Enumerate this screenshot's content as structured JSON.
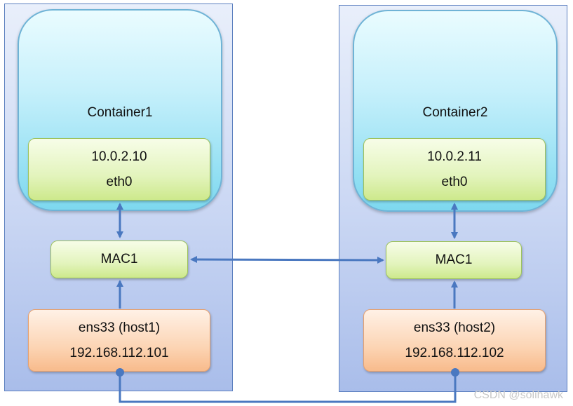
{
  "hosts": [
    {
      "container_title": "Container1",
      "eth_ip": "10.0.2.10",
      "eth_name": "eth0",
      "mac": "MAC1",
      "nic_name": "ens33 (host1)",
      "nic_ip": "192.168.112.101"
    },
    {
      "container_title": "Container2",
      "eth_ip": "10.0.2.11",
      "eth_name": "eth0",
      "mac": "MAC1",
      "nic_name": "ens33 (host2)",
      "nic_ip": "192.168.112.102"
    }
  ],
  "watermark": "CSDN @solihawk",
  "colors": {
    "link": "#4a78c0",
    "host_border": "#5b7fbf"
  }
}
